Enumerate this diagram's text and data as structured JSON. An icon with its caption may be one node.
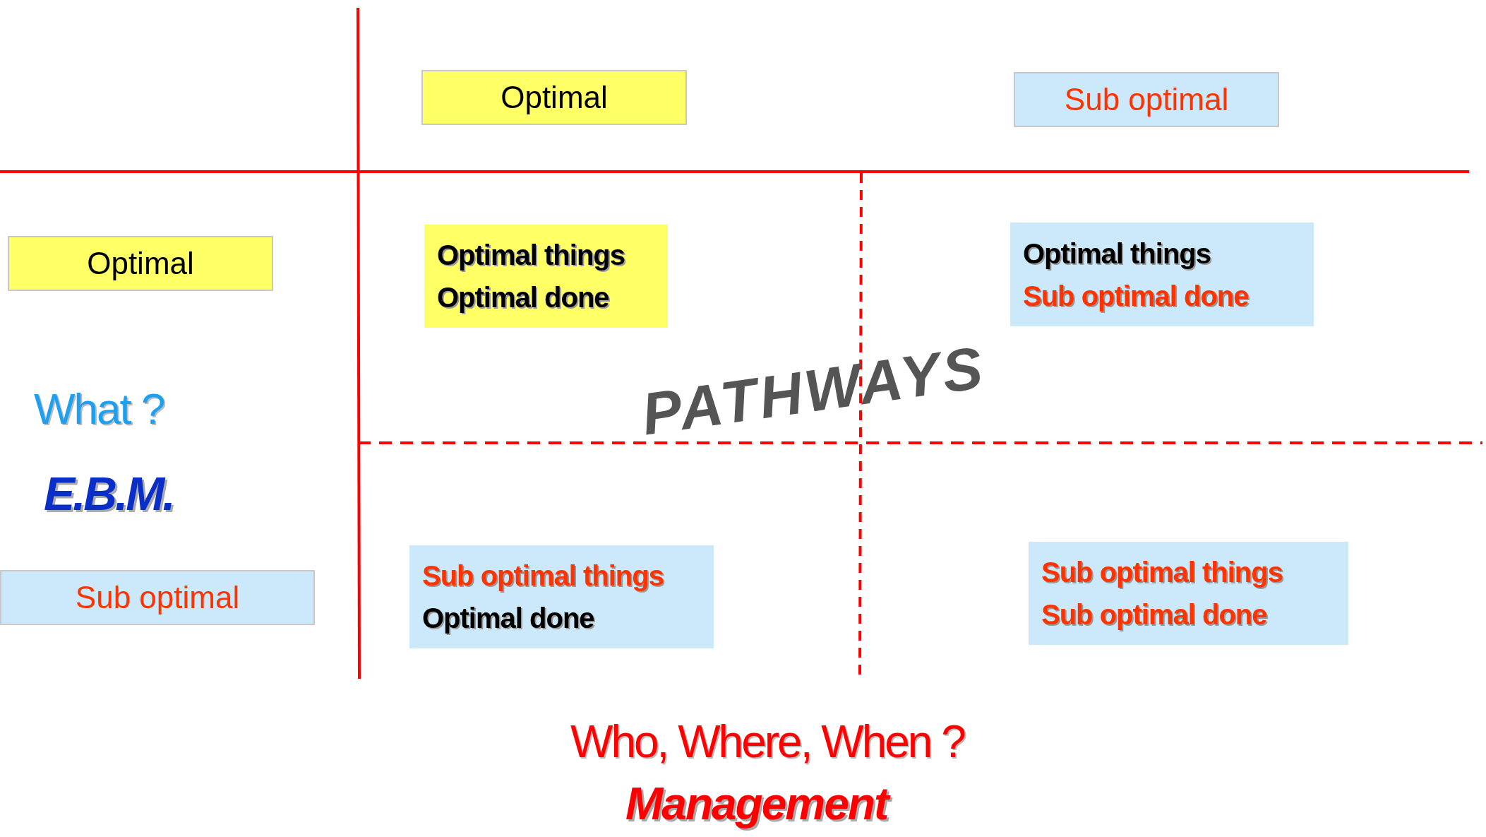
{
  "diagram": {
    "nodes": [
      {
        "text": [
          "Optimal"
        ]
      },
      {
        "text": [
          "Sub optimal"
        ]
      },
      {
        "text": [
          "Optimal"
        ]
      },
      {
        "text": [
          "Sub optimal"
        ]
      },
      {
        "text": [
          "Optimal things",
          "Optimal done"
        ]
      },
      {
        "text": [
          "Optimal things",
          "Sub optimal done"
        ]
      },
      {
        "text": [
          "Sub optimal things",
          "Optimal done"
        ]
      },
      {
        "text": [
          "Sub optimal things",
          "Sub optimal done"
        ]
      }
    ],
    "labels": [
      "What ?",
      "E.B.M.",
      "PATHWAYS",
      "Who, Where, When ?",
      "Management"
    ]
  }
}
